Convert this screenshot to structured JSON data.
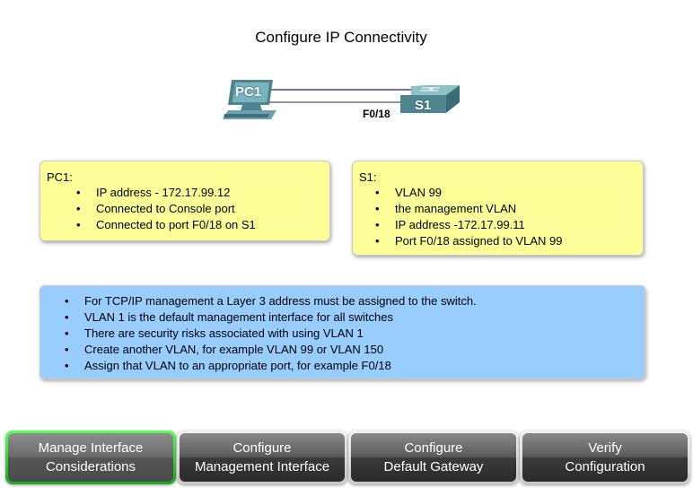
{
  "page": {
    "title": "Configure IP Connectivity"
  },
  "diagram": {
    "pc_label": "PC1",
    "switch_label": "S1",
    "port_label": "F0/18"
  },
  "pc1_box": {
    "title": "PC1:",
    "items": [
      "IP address - 172.17.99.12",
      "Connected to Console port",
      "Connected to port F0/18 on S1"
    ]
  },
  "s1_box": {
    "title": "S1:",
    "items": [
      "VLAN 99",
      "the management VLAN",
      "IP address -172.17.99.11",
      "Port F0/18 assigned to VLAN 99"
    ]
  },
  "notes": {
    "items": [
      "For TCP/IP management a Layer 3 address must be assigned to the switch.",
      "VLAN 1 is the default management interface for all switches",
      "There are security risks associated with using VLAN 1",
      "Create another VLAN, for example VLAN 99 or VLAN 150",
      "Assign that VLAN to an appropriate port, for example F0/18"
    ]
  },
  "nav": {
    "buttons": [
      {
        "line1": "Manage Interface",
        "line2": "Considerations"
      },
      {
        "line1": "Configure",
        "line2": "Management Interface"
      },
      {
        "line1": "Configure",
        "line2": "Default Gateway"
      },
      {
        "line1": "Verify",
        "line2": "Configuration"
      }
    ],
    "active_index": 0,
    "active_border_color": "#22cc22"
  },
  "colors": {
    "device_box_fill": "#ffff99",
    "notes_box_fill": "#99ccff",
    "console_cable": "#1a1aa0",
    "ethernet_cable": "#555555",
    "device_color": "#5e9aa6"
  }
}
